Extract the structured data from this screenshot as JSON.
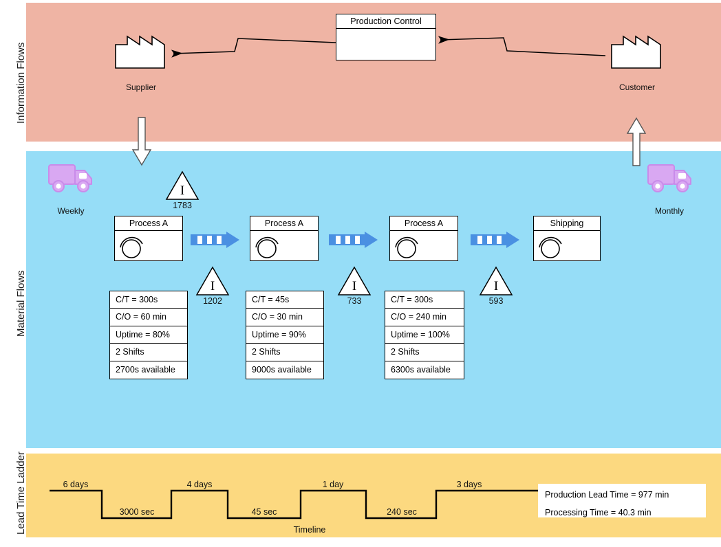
{
  "bands": [
    {
      "id": "information-flows",
      "label": "Information Flows",
      "color": "#EFB4A4"
    },
    {
      "id": "material-flows",
      "label": "Material Flows",
      "color": "#96DDF7"
    },
    {
      "id": "lead-time-ladder",
      "label": "Lead Time Ladder",
      "color": "#FCD980"
    }
  ],
  "information": {
    "control_box": {
      "title": "Production Control",
      "body": ""
    },
    "supplier": {
      "label": "Supplier",
      "icon": "factory-icon"
    },
    "customer": {
      "label": "Customer",
      "icon": "factory-icon"
    }
  },
  "material": {
    "inbound_shipment": {
      "label": "Weekly",
      "icon": "truck-icon"
    },
    "outbound_shipment": {
      "label": "Monthly",
      "icon": "truck-icon"
    },
    "inventories": [
      {
        "symbol": "I",
        "count": "1783"
      },
      {
        "symbol": "I",
        "count": "1202"
      },
      {
        "symbol": "I",
        "count": "733"
      },
      {
        "symbol": "I",
        "count": "593"
      }
    ],
    "processes": [
      {
        "title": "Process A",
        "data": [
          "C/T = 300s",
          "C/O = 60 min",
          "Uptime = 80%",
          "2 Shifts",
          "2700s available"
        ]
      },
      {
        "title": "Process A",
        "data": [
          "C/T = 45s",
          "C/O = 30 min",
          "Uptime = 90%",
          "2 Shifts",
          "9000s available"
        ]
      },
      {
        "title": "Process A",
        "data": [
          "C/T = 300s",
          "C/O = 240 min",
          "Uptime = 100%",
          "2 Shifts",
          "6300s available"
        ]
      },
      {
        "title": "Shipping",
        "data": []
      }
    ]
  },
  "ladder": {
    "axis_label": "Timeline",
    "lead_times": [
      "6 days",
      "4 days",
      "1 day",
      "3 days"
    ],
    "process_times": [
      "3000 sec",
      "45 sec",
      "240 sec"
    ],
    "summary": {
      "production_lead_time": "Production Lead Time = 977 min",
      "processing_time": "Processing Time = 40.3 min"
    }
  },
  "chart_data": {
    "type": "line",
    "title": "Lead Time Ladder",
    "xlabel": "Timeline",
    "ylabel": "",
    "categories": [
      "6 days",
      "3000 sec",
      "4 days",
      "45 sec",
      "1 day",
      "240 sec",
      "3 days"
    ],
    "values": [
      6,
      3000,
      4,
      45,
      1,
      240,
      3
    ],
    "units": [
      "days",
      "sec",
      "days",
      "sec",
      "days",
      "sec",
      "days"
    ],
    "annotations": [
      "Production Lead Time = 977 min",
      "Processing Time = 40.3 min"
    ],
    "grid": false,
    "legend": "none"
  }
}
